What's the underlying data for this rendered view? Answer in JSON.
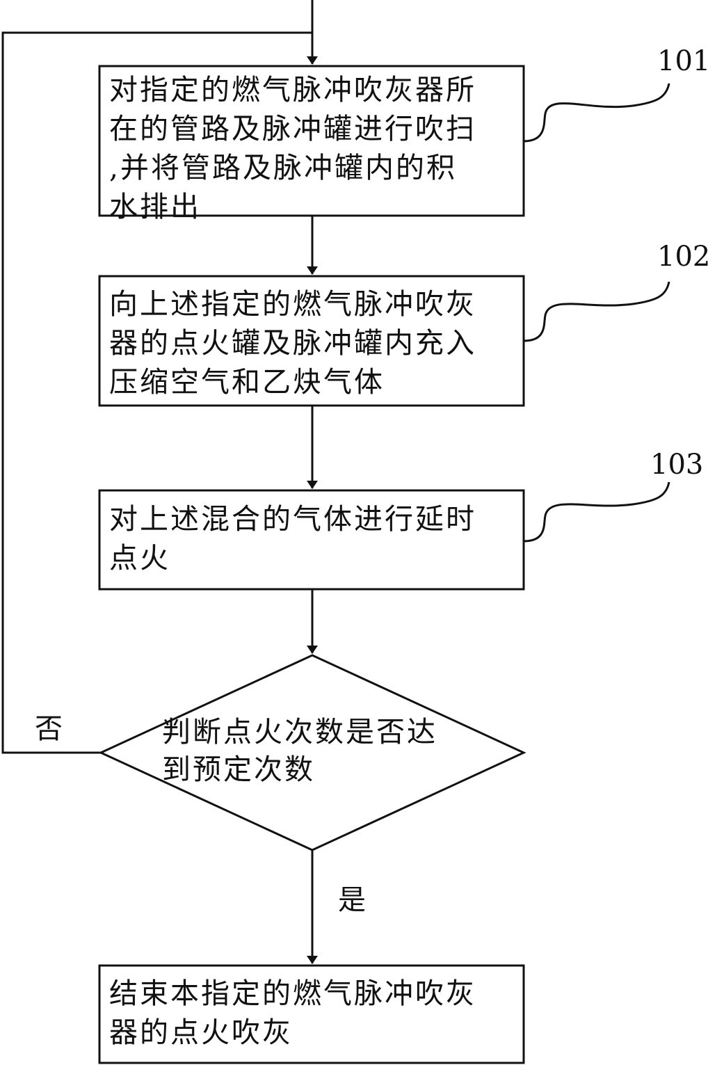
{
  "steps": [
    {
      "id": "101",
      "ref": "101",
      "lines": [
        "对指定的燃气脉冲吹灰器所",
        "在的管路及脉冲罐进行吹扫",
        ",并将管路及脉冲罐内的积",
        "水排出"
      ]
    },
    {
      "id": "102",
      "ref": "102",
      "lines": [
        "向上述指定的燃气脉冲吹灰",
        "器的点火罐及脉冲罐内充入",
        "压缩空气和乙炔气体"
      ]
    },
    {
      "id": "103",
      "ref": "103",
      "lines": [
        "对上述混合的气体进行延时",
        "点火"
      ]
    }
  ],
  "decision": {
    "lines": [
      "判断点火次数是否达",
      "到预定次数"
    ]
  },
  "branch_no": "否",
  "branch_yes": "是",
  "end": {
    "lines": [
      "结束本指定的燃气脉冲吹灰",
      "器的点火吹灰"
    ]
  },
  "colors": {
    "stroke": "#111111",
    "background": "#ffffff"
  }
}
